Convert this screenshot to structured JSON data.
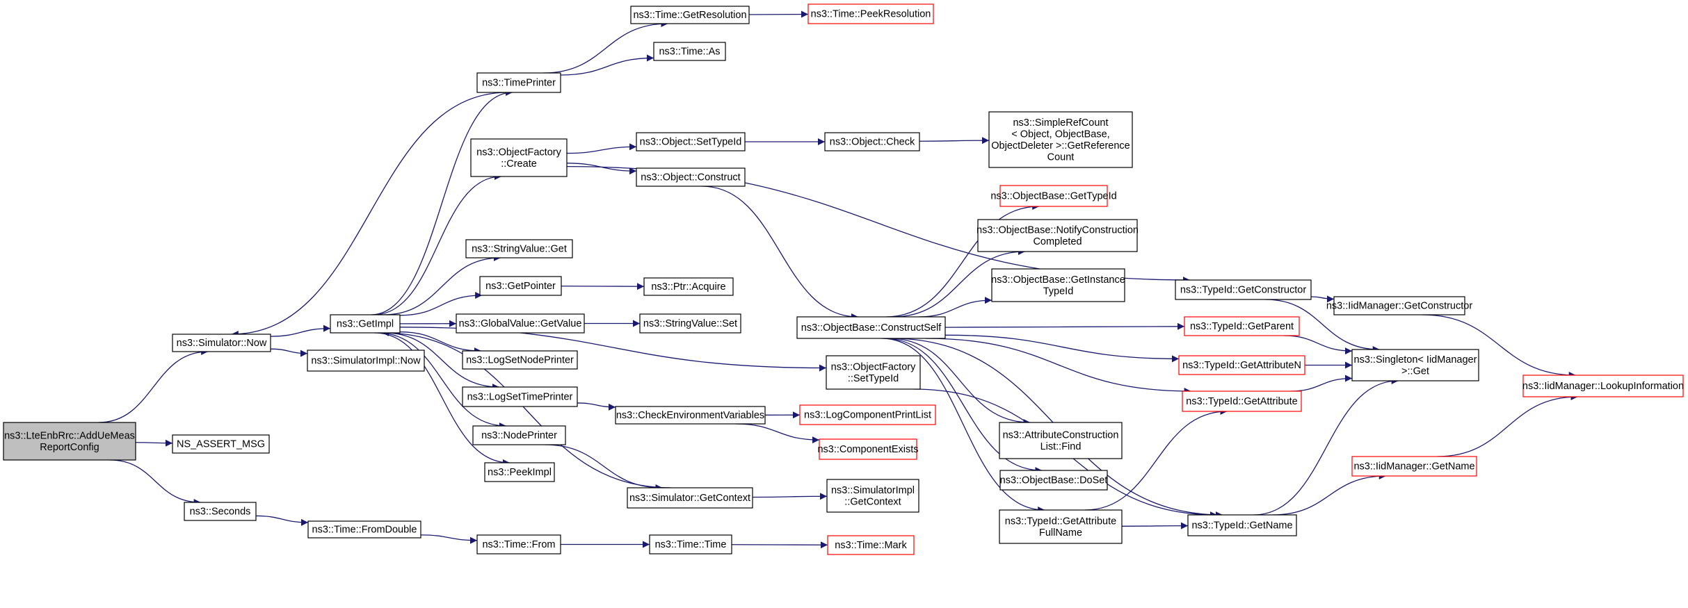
{
  "colors": {
    "edge": "#191970",
    "node_border": "#000000",
    "node_border_truncated": "#ff0000",
    "root_fill": "#bfbfbf",
    "node_fill": "#ffffff"
  },
  "nodes": [
    {
      "id": "root",
      "lines": [
        "ns3::LteEnbRrc::AddUeMeas",
        "ReportConfig"
      ],
      "root": true
    },
    {
      "id": "sim_now",
      "lines": [
        "ns3::Simulator::Now"
      ]
    },
    {
      "id": "ns_assert",
      "lines": [
        "NS_ASSERT_MSG"
      ]
    },
    {
      "id": "seconds",
      "lines": [
        "ns3::Seconds"
      ]
    },
    {
      "id": "getimpl",
      "lines": [
        "ns3::GetImpl"
      ]
    },
    {
      "id": "simimpl_now",
      "lines": [
        "ns3::SimulatorImpl::Now"
      ]
    },
    {
      "id": "fromdouble",
      "lines": [
        "ns3::Time::FromDouble"
      ]
    },
    {
      "id": "timeprinter",
      "lines": [
        "ns3::TimePrinter"
      ]
    },
    {
      "id": "objfactory_create",
      "lines": [
        "ns3::ObjectFactory",
        "::Create"
      ]
    },
    {
      "id": "stringvalue_get",
      "lines": [
        "ns3::StringValue::Get"
      ]
    },
    {
      "id": "getpointer",
      "lines": [
        "ns3::GetPointer"
      ]
    },
    {
      "id": "globalvalue_getvalue",
      "lines": [
        "ns3::GlobalValue::GetValue"
      ]
    },
    {
      "id": "logsetnodeprinter",
      "lines": [
        "ns3::LogSetNodePrinter"
      ]
    },
    {
      "id": "logsettimeprinter",
      "lines": [
        "ns3::LogSetTimePrinter"
      ]
    },
    {
      "id": "nodeprinter",
      "lines": [
        "ns3::NodePrinter"
      ]
    },
    {
      "id": "peekimpl",
      "lines": [
        "ns3::PeekImpl"
      ]
    },
    {
      "id": "time_from",
      "lines": [
        "ns3::Time::From"
      ]
    },
    {
      "id": "time_getresolution",
      "lines": [
        "ns3::Time::GetResolution"
      ]
    },
    {
      "id": "time_as",
      "lines": [
        "ns3::Time::As"
      ]
    },
    {
      "id": "object_settypeid",
      "lines": [
        "ns3::Object::SetTypeId"
      ]
    },
    {
      "id": "object_construct",
      "lines": [
        "ns3::Object::Construct"
      ]
    },
    {
      "id": "ptr_acquire",
      "lines": [
        "ns3::Ptr::Acquire"
      ]
    },
    {
      "id": "stringvalue_set",
      "lines": [
        "ns3::StringValue::Set"
      ]
    },
    {
      "id": "checkenv",
      "lines": [
        "ns3::CheckEnvironmentVariables"
      ]
    },
    {
      "id": "sim_getcontext",
      "lines": [
        "ns3::Simulator::GetContext"
      ]
    },
    {
      "id": "time_time",
      "lines": [
        "ns3::Time::Time"
      ]
    },
    {
      "id": "time_peekresolution",
      "lines": [
        "ns3::Time::PeekResolution"
      ],
      "truncated": true
    },
    {
      "id": "object_check",
      "lines": [
        "ns3::Object::Check"
      ]
    },
    {
      "id": "objectbase_constructself",
      "lines": [
        "ns3::ObjectBase::ConstructSelf"
      ]
    },
    {
      "id": "objfactory_settypeid",
      "lines": [
        "ns3::ObjectFactory",
        "::SetTypeId"
      ]
    },
    {
      "id": "logcomponentprintlist",
      "lines": [
        "ns3::LogComponentPrintList"
      ],
      "truncated": true
    },
    {
      "id": "componentexists",
      "lines": [
        "ns3::ComponentExists"
      ],
      "truncated": true
    },
    {
      "id": "simimpl_getcontext",
      "lines": [
        "ns3::SimulatorImpl",
        "::GetContext"
      ]
    },
    {
      "id": "time_mark",
      "lines": [
        "ns3::Time::Mark"
      ],
      "truncated": true
    },
    {
      "id": "simplerefcount",
      "lines": [
        "ns3::SimpleRefCount",
        "< Object, ObjectBase,",
        "ObjectDeleter >::GetReference",
        "Count"
      ]
    },
    {
      "id": "objectbase_gettypeid",
      "lines": [
        "ns3::ObjectBase::GetTypeId"
      ],
      "truncated": true
    },
    {
      "id": "objectbase_notify",
      "lines": [
        "ns3::ObjectBase::NotifyConstruction",
        "Completed"
      ]
    },
    {
      "id": "objectbase_getinstance",
      "lines": [
        "ns3::ObjectBase::GetInstance",
        "TypeId"
      ]
    },
    {
      "id": "attr_construction_find",
      "lines": [
        "ns3::AttributeConstruction",
        "List::Find"
      ]
    },
    {
      "id": "objectbase_doset",
      "lines": [
        "ns3::ObjectBase::DoSet"
      ]
    },
    {
      "id": "typeid_getattributefullname",
      "lines": [
        "ns3::TypeId::GetAttribute",
        "FullName"
      ]
    },
    {
      "id": "typeid_getconstructor",
      "lines": [
        "ns3::TypeId::GetConstructor"
      ]
    },
    {
      "id": "typeid_getparent",
      "lines": [
        "ns3::TypeId::GetParent"
      ],
      "truncated": true
    },
    {
      "id": "typeid_getattributen",
      "lines": [
        "ns3::TypeId::GetAttributeN"
      ],
      "truncated": true
    },
    {
      "id": "typeid_getattribute",
      "lines": [
        "ns3::TypeId::GetAttribute"
      ],
      "truncated": true
    },
    {
      "id": "typeid_getname",
      "lines": [
        "ns3::TypeId::GetName"
      ]
    },
    {
      "id": "iidmanager_getconstructor",
      "lines": [
        "ns3::IidManager::GetConstructor"
      ]
    },
    {
      "id": "singleton_get",
      "lines": [
        "ns3::Singleton< IidManager",
        ">::Get"
      ]
    },
    {
      "id": "iidmanager_getname",
      "lines": [
        "ns3::IidManager::GetName"
      ],
      "truncated": true
    },
    {
      "id": "iidmanager_lookup",
      "lines": [
        "ns3::IidManager::LookupInformation"
      ],
      "truncated": true
    }
  ],
  "edges": [
    [
      "root",
      "sim_now"
    ],
    [
      "root",
      "ns_assert"
    ],
    [
      "root",
      "seconds"
    ],
    [
      "sim_now",
      "getimpl"
    ],
    [
      "sim_now",
      "simimpl_now"
    ],
    [
      "seconds",
      "fromdouble"
    ],
    [
      "getimpl",
      "timeprinter"
    ],
    [
      "getimpl",
      "objfactory_create"
    ],
    [
      "getimpl",
      "stringvalue_get"
    ],
    [
      "getimpl",
      "getpointer"
    ],
    [
      "getimpl",
      "globalvalue_getvalue"
    ],
    [
      "getimpl",
      "logsetnodeprinter"
    ],
    [
      "getimpl",
      "logsettimeprinter"
    ],
    [
      "getimpl",
      "nodeprinter"
    ],
    [
      "getimpl",
      "peekimpl"
    ],
    [
      "getimpl",
      "objfactory_settypeid"
    ],
    [
      "timeprinter",
      "sim_now"
    ],
    [
      "timeprinter",
      "time_getresolution"
    ],
    [
      "timeprinter",
      "time_as"
    ],
    [
      "objfactory_create",
      "object_settypeid"
    ],
    [
      "objfactory_create",
      "object_construct"
    ],
    [
      "objfactory_create",
      "typeid_getconstructor"
    ],
    [
      "getpointer",
      "ptr_acquire"
    ],
    [
      "globalvalue_getvalue",
      "stringvalue_set"
    ],
    [
      "logsettimeprinter",
      "checkenv"
    ],
    [
      "nodeprinter",
      "sim_getcontext"
    ],
    [
      "sim_getcontext",
      "getimpl"
    ],
    [
      "sim_getcontext",
      "simimpl_getcontext"
    ],
    [
      "fromdouble",
      "time_from"
    ],
    [
      "time_from",
      "time_time"
    ],
    [
      "time_time",
      "time_mark"
    ],
    [
      "time_getresolution",
      "time_peekresolution"
    ],
    [
      "object_settypeid",
      "object_check"
    ],
    [
      "object_check",
      "simplerefcount"
    ],
    [
      "object_construct",
      "objectbase_constructself"
    ],
    [
      "checkenv",
      "logcomponentprintlist"
    ],
    [
      "checkenv",
      "componentexists"
    ],
    [
      "objfactory_settypeid",
      "typeid_getname"
    ],
    [
      "objectbase_constructself",
      "objectbase_gettypeid"
    ],
    [
      "objectbase_constructself",
      "objectbase_notify"
    ],
    [
      "objectbase_constructself",
      "objectbase_getinstance"
    ],
    [
      "objectbase_constructself",
      "typeid_getparent"
    ],
    [
      "objectbase_constructself",
      "typeid_getattributen"
    ],
    [
      "objectbase_constructself",
      "typeid_getattribute"
    ],
    [
      "objectbase_constructself",
      "attr_construction_find"
    ],
    [
      "objectbase_constructself",
      "objectbase_doset"
    ],
    [
      "objectbase_constructself",
      "typeid_getattributefullname"
    ],
    [
      "objectbase_constructself",
      "typeid_getname"
    ],
    [
      "typeid_getattributefullname",
      "typeid_getname"
    ],
    [
      "typeid_getattributefullname",
      "typeid_getattribute"
    ],
    [
      "typeid_getconstructor",
      "iidmanager_getconstructor"
    ],
    [
      "typeid_getconstructor",
      "singleton_get"
    ],
    [
      "typeid_getparent",
      "singleton_get"
    ],
    [
      "typeid_getattributen",
      "singleton_get"
    ],
    [
      "typeid_getattribute",
      "singleton_get"
    ],
    [
      "typeid_getname",
      "singleton_get"
    ],
    [
      "typeid_getname",
      "iidmanager_getname"
    ],
    [
      "iidmanager_getconstructor",
      "iidmanager_lookup"
    ],
    [
      "iidmanager_getname",
      "iidmanager_lookup"
    ]
  ]
}
